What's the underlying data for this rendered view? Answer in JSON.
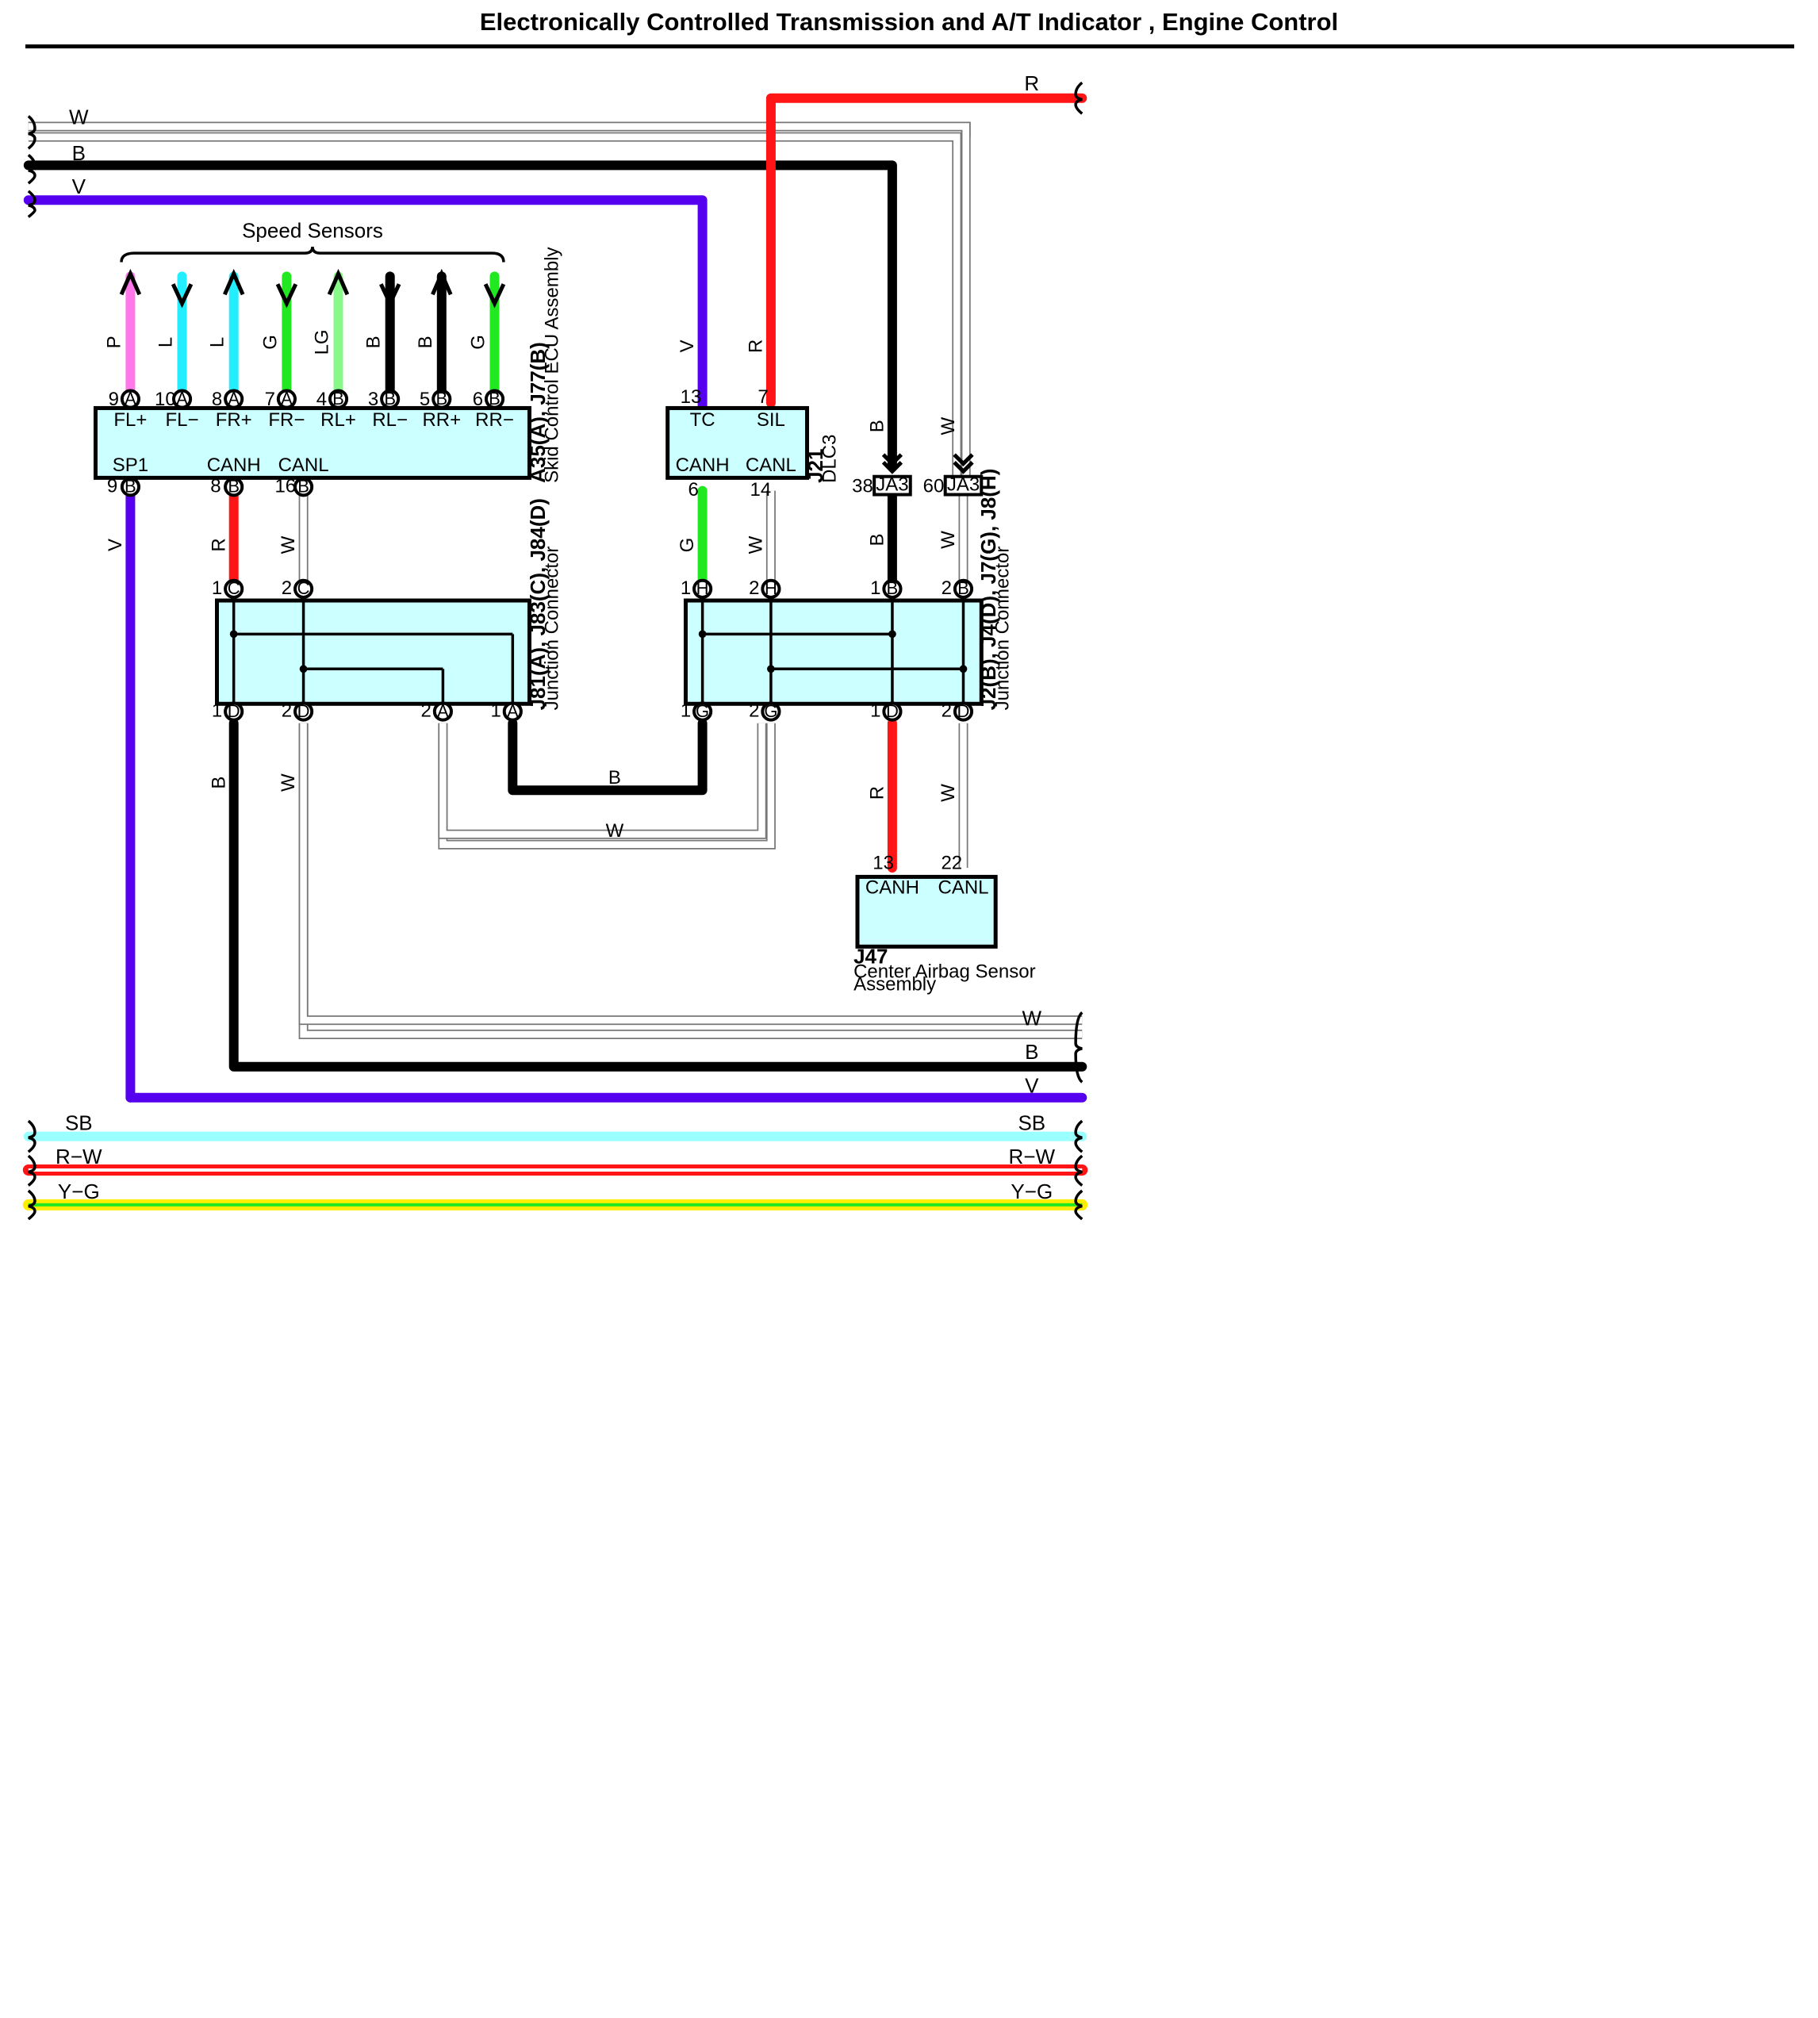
{
  "title": "Electronically Controlled Transmission and A/T Indicator , Engine Control",
  "colors": {
    "W": "#ffffff",
    "B": "#000000",
    "V": "#5500ee",
    "R": "#ff1515",
    "P": "#ff77e8",
    "L": "#22eeff",
    "G": "#22e822",
    "LG": "#88f888",
    "SB": "#99ffff",
    "Y": "#ffee00",
    "box_fill": "#ccffff"
  },
  "speed_sensors": {
    "label": "Speed Sensors",
    "wires": [
      {
        "color": "P",
        "dir": "up",
        "pin": "9",
        "conn": "A",
        "term": "FL+"
      },
      {
        "color": "L",
        "dir": "down",
        "pin": "10",
        "conn": "A",
        "term": "FL−"
      },
      {
        "color": "L",
        "dir": "up",
        "pin": "8",
        "conn": "A",
        "term": "FR+"
      },
      {
        "color": "G",
        "dir": "down",
        "pin": "7",
        "conn": "A",
        "term": "FR−"
      },
      {
        "color": "LG",
        "dir": "up",
        "pin": "4",
        "conn": "B",
        "term": "RL+"
      },
      {
        "color": "B",
        "dir": "down",
        "pin": "3",
        "conn": "B",
        "term": "RL−"
      },
      {
        "color": "B",
        "dir": "up",
        "pin": "5",
        "conn": "B",
        "term": "RR+"
      },
      {
        "color": "G",
        "dir": "down",
        "pin": "6",
        "conn": "B",
        "term": "RR−"
      }
    ]
  },
  "components": {
    "skid_ecu": {
      "code": "A35(A), J77(B)",
      "name": "Skid Control ECU Assembly",
      "bottom_pins": [
        {
          "term": "SP1",
          "pin": "9",
          "conn": "B"
        },
        {
          "term": "CANH",
          "pin": "8",
          "conn": "B"
        },
        {
          "term": "CANL",
          "pin": "16",
          "conn": "B"
        }
      ]
    },
    "dlc3": {
      "code": "J21",
      "name": "DLC3",
      "top_pins": [
        {
          "term": "TC",
          "pin": "13"
        },
        {
          "term": "SIL",
          "pin": "7"
        }
      ],
      "bottom_pins": [
        {
          "term": "CANH",
          "pin": "6"
        },
        {
          "term": "CANL",
          "pin": "14"
        }
      ]
    },
    "jc_left": {
      "code": "J81(A), J83(C), J84(D)",
      "name": "Junction Connector",
      "top_pins": [
        {
          "pin": "1",
          "conn": "C"
        },
        {
          "pin": "2",
          "conn": "C"
        }
      ],
      "bottom_pins": [
        {
          "pin": "1",
          "conn": "D"
        },
        {
          "pin": "2",
          "conn": "D"
        },
        {
          "pin": "2",
          "conn": "A"
        },
        {
          "pin": "1",
          "conn": "A"
        }
      ]
    },
    "jc_right": {
      "code": "J2(B), J4(D), J7(G), J8(H)",
      "name": "Junction Connector",
      "top_pins": [
        {
          "pin": "1",
          "conn": "H"
        },
        {
          "pin": "2",
          "conn": "H"
        },
        {
          "pin": "1",
          "conn": "B"
        },
        {
          "pin": "2",
          "conn": "B"
        }
      ],
      "bottom_pins": [
        {
          "pin": "1",
          "conn": "G"
        },
        {
          "pin": "2",
          "conn": "G"
        },
        {
          "pin": "1",
          "conn": "D"
        },
        {
          "pin": "2",
          "conn": "D"
        }
      ]
    },
    "airbag": {
      "code": "J47",
      "name_line1": "Center Airbag Sensor",
      "name_line2": "Assembly",
      "pins": [
        {
          "term": "CANH",
          "pin": "13"
        },
        {
          "term": "CANL",
          "pin": "22"
        }
      ]
    },
    "ja3": [
      {
        "pin": "38",
        "label": "JA3"
      },
      {
        "pin": "60",
        "label": "JA3"
      }
    ]
  },
  "wire_labels": {
    "top_W": "W",
    "top_B": "B",
    "top_V": "V",
    "top_R": "R",
    "dlc_V": "V",
    "dlc_R": "R",
    "ja3_B_upper": "B",
    "ja3_W_upper": "W",
    "ja3_B_lower": "B",
    "ja3_W_lower": "W",
    "sp1_V": "V",
    "canh_R": "R",
    "canl_W": "W",
    "dlc_G": "G",
    "dlc_W": "W",
    "jcl_B": "B",
    "jcl_W": "W",
    "mid_B": "B",
    "mid_W": "W",
    "airbag_R": "R",
    "airbag_W": "W",
    "bot_W": "W",
    "bot_B": "B",
    "bot_V": "V"
  },
  "bottom_buses": [
    {
      "label": "SB",
      "color": "SB"
    },
    {
      "label": "R−W",
      "color": "R",
      "stripe": "W"
    },
    {
      "label": "Y−G",
      "color": "Y",
      "stripe": "G"
    }
  ]
}
